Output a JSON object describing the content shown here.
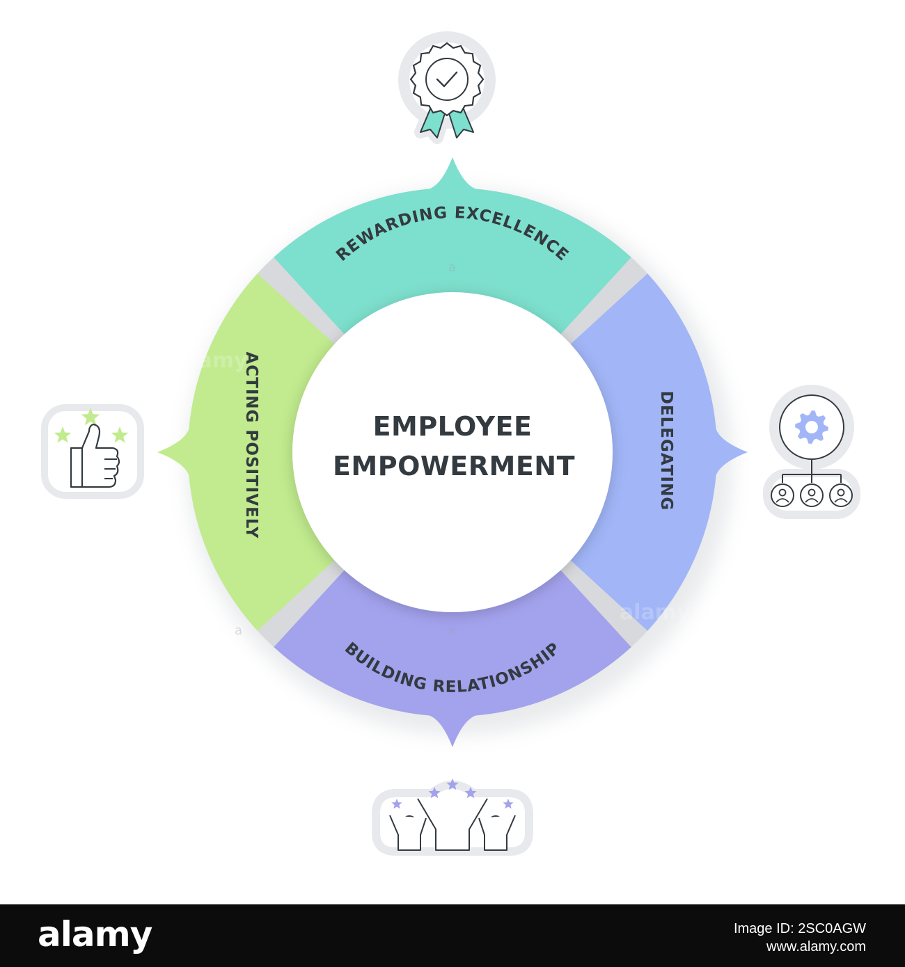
{
  "center": {
    "title_line1": "EMPLOYEE",
    "title_line2": "EMPOWERMENT"
  },
  "segments": [
    {
      "key": "top",
      "label": "REWARDING EXCELLENCE",
      "color": "#7ddfcd",
      "icon": "award-badge-checkmark-icon"
    },
    {
      "key": "right",
      "label": "DELEGATING",
      "color": "#a1b5f7",
      "icon": "gear-team-hierarchy-icon"
    },
    {
      "key": "bottom",
      "label": "BUILDING RELATIONSHIP",
      "color": "#a3a2ed",
      "icon": "cheering-team-stars-icon"
    },
    {
      "key": "left",
      "label": "ACTING POSITIVELY",
      "color": "#c1eb8e",
      "icon": "thumbs-up-stars-icon"
    }
  ],
  "watermark": {
    "logo": "alamy",
    "letter": "a"
  },
  "footer": {
    "logo": "alamy",
    "image_id_label": "Image ID: 2SC0AGW",
    "site": "www.alamy.com"
  }
}
